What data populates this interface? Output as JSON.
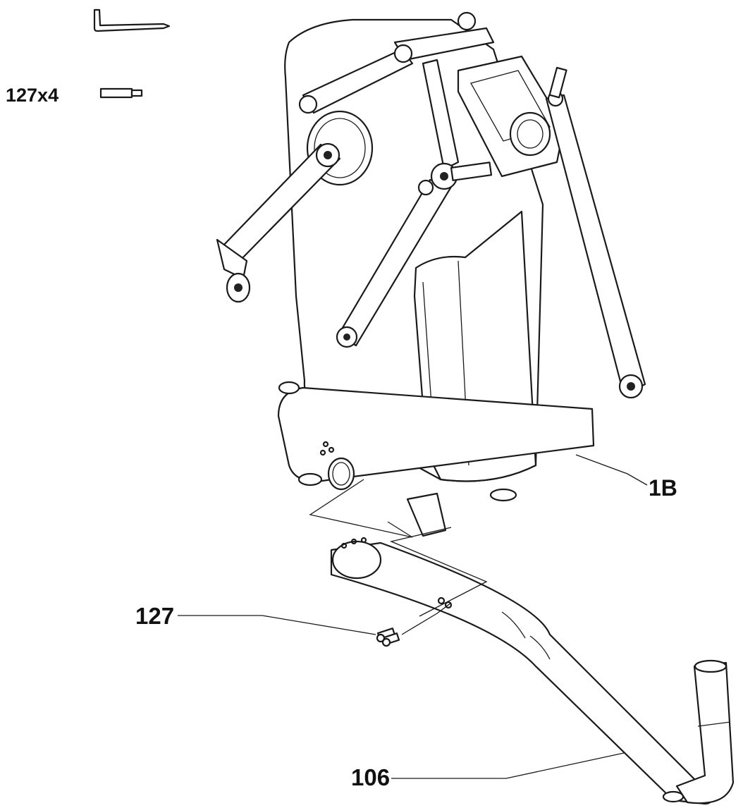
{
  "hardware": {
    "tool_icon": "allen-key-icon",
    "bolt_icon": "bolt-icon",
    "bolt_quantity_label": "127x4"
  },
  "callouts": {
    "frame": "1B",
    "bolt": "127",
    "stabilizer": "106"
  }
}
